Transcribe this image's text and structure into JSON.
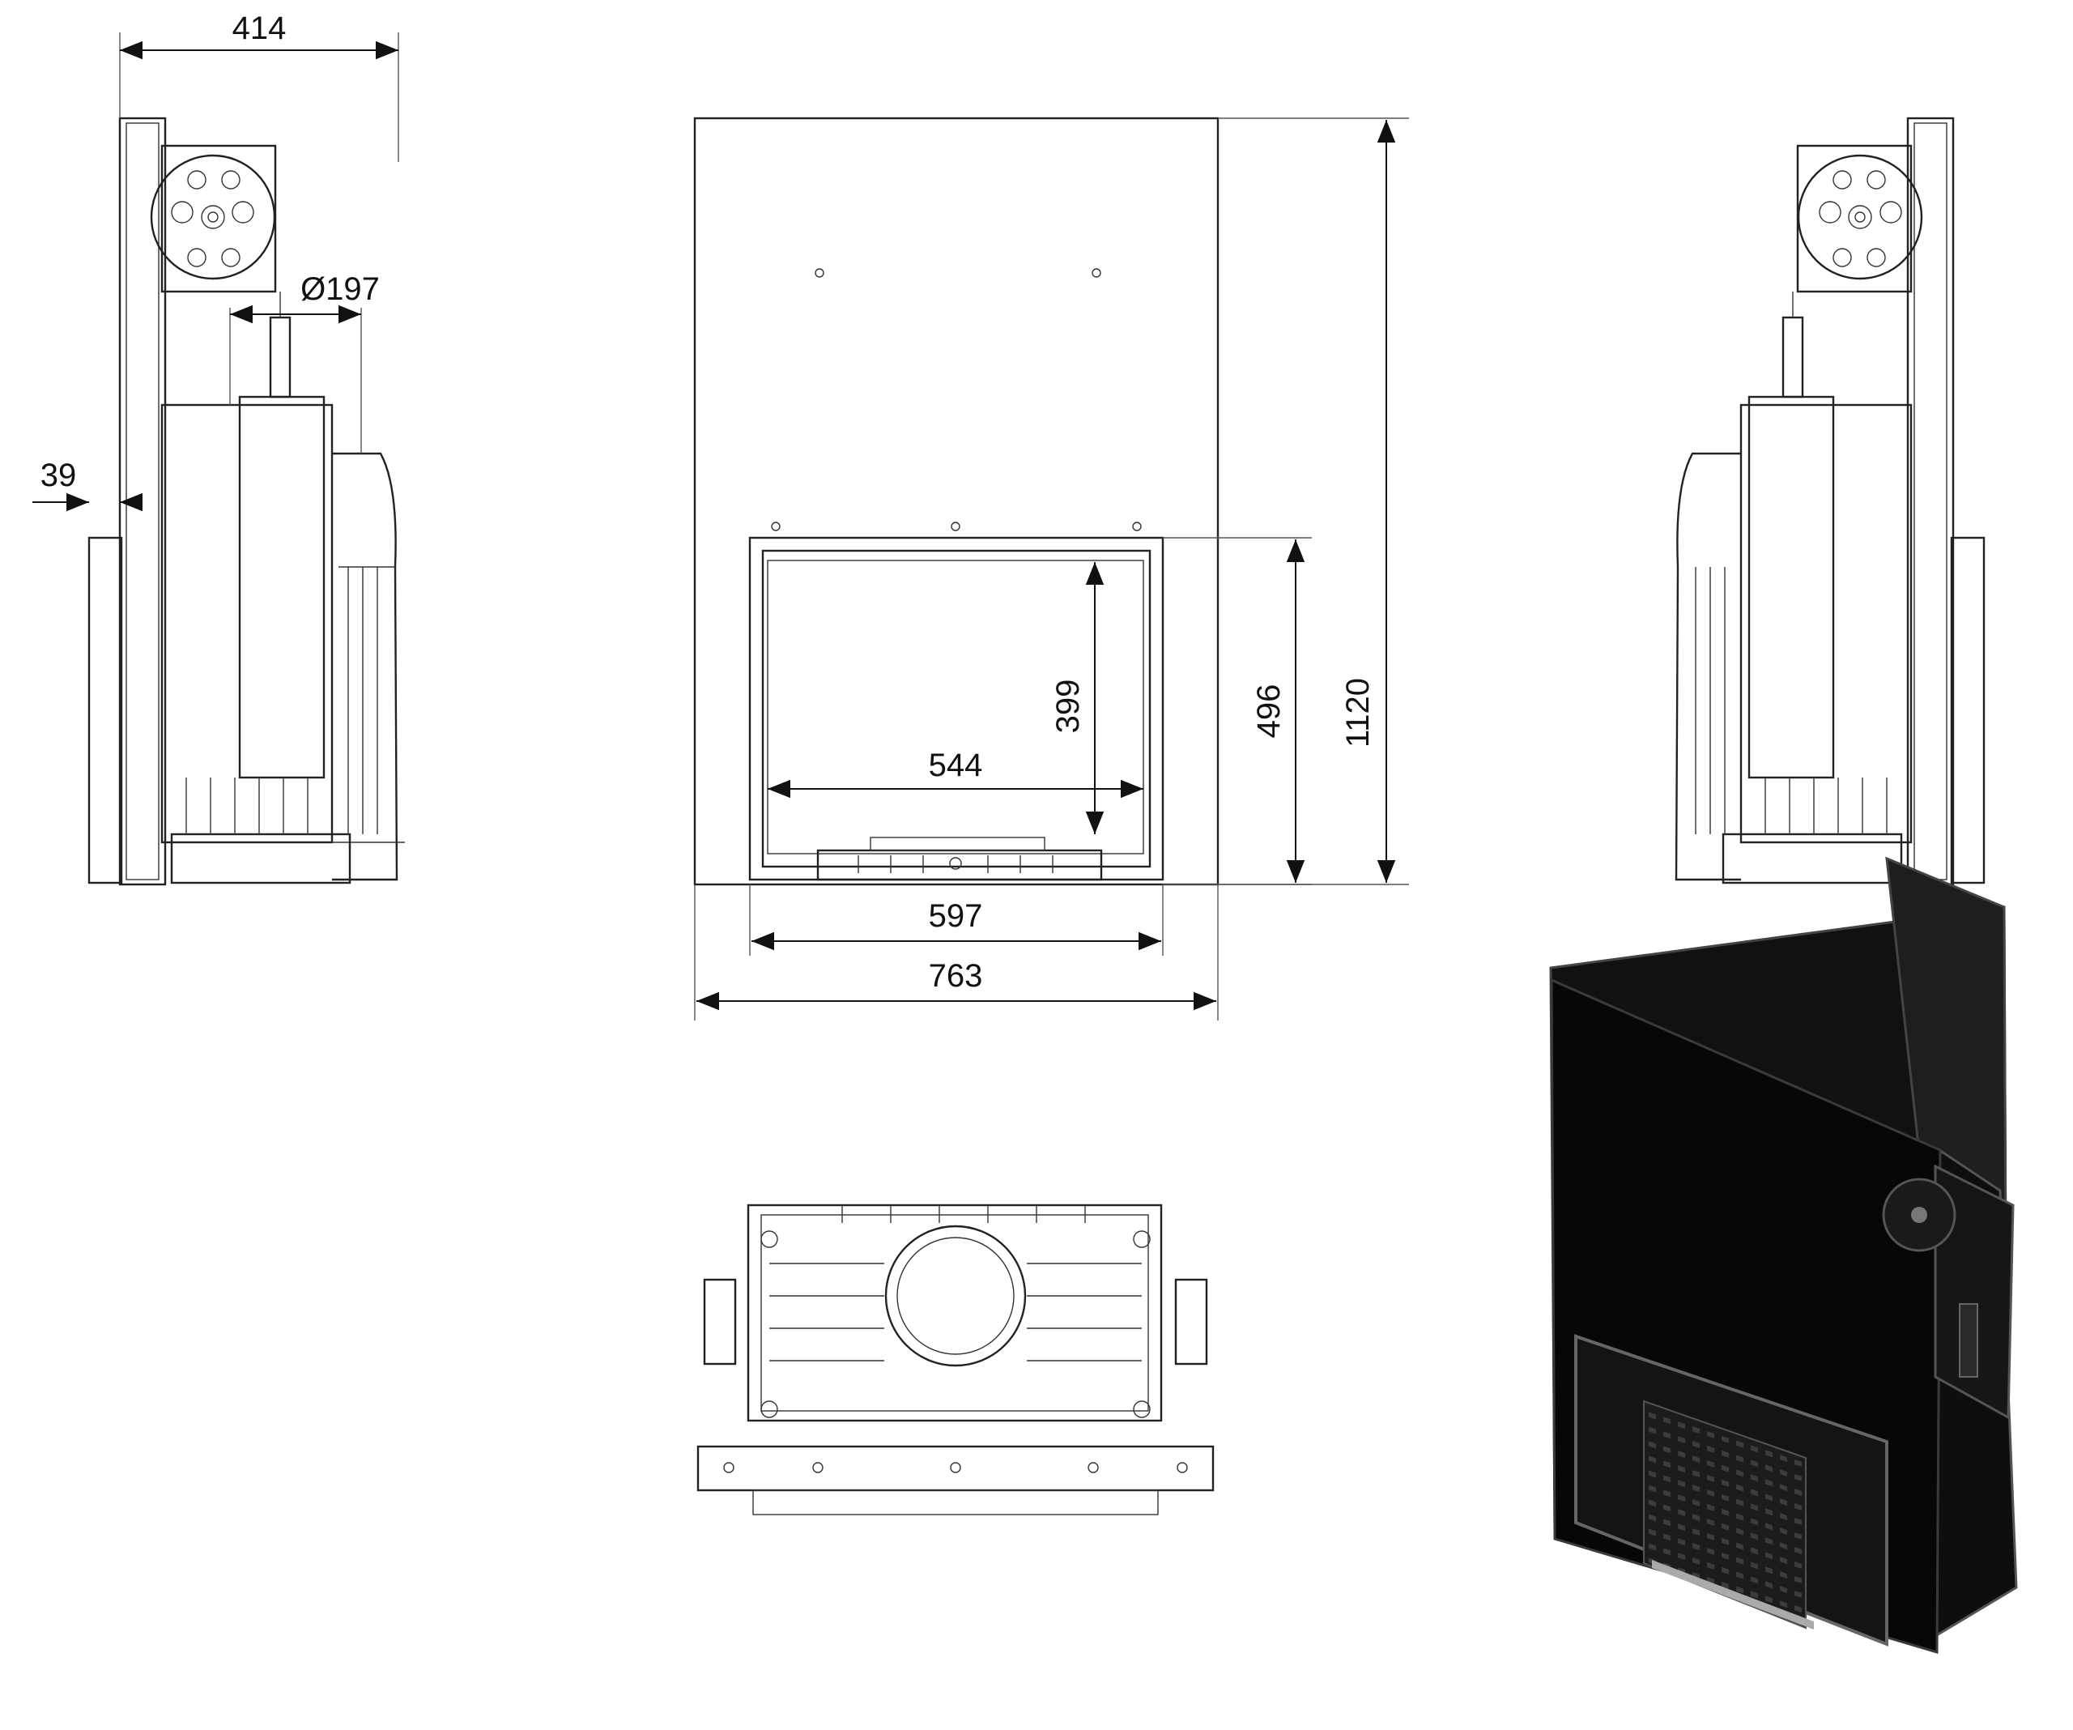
{
  "dimensions": {
    "side_depth": "414",
    "flue_diameter": "Ø197",
    "front_offset": "39",
    "total_height": "1120",
    "door_height": "496",
    "glass_height": "399",
    "glass_width": "544",
    "door_width": "597",
    "total_width": "763"
  },
  "colors": {
    "line": "#222222",
    "render_body": "#0b0b0b",
    "render_edge": "#3a3a3a"
  }
}
